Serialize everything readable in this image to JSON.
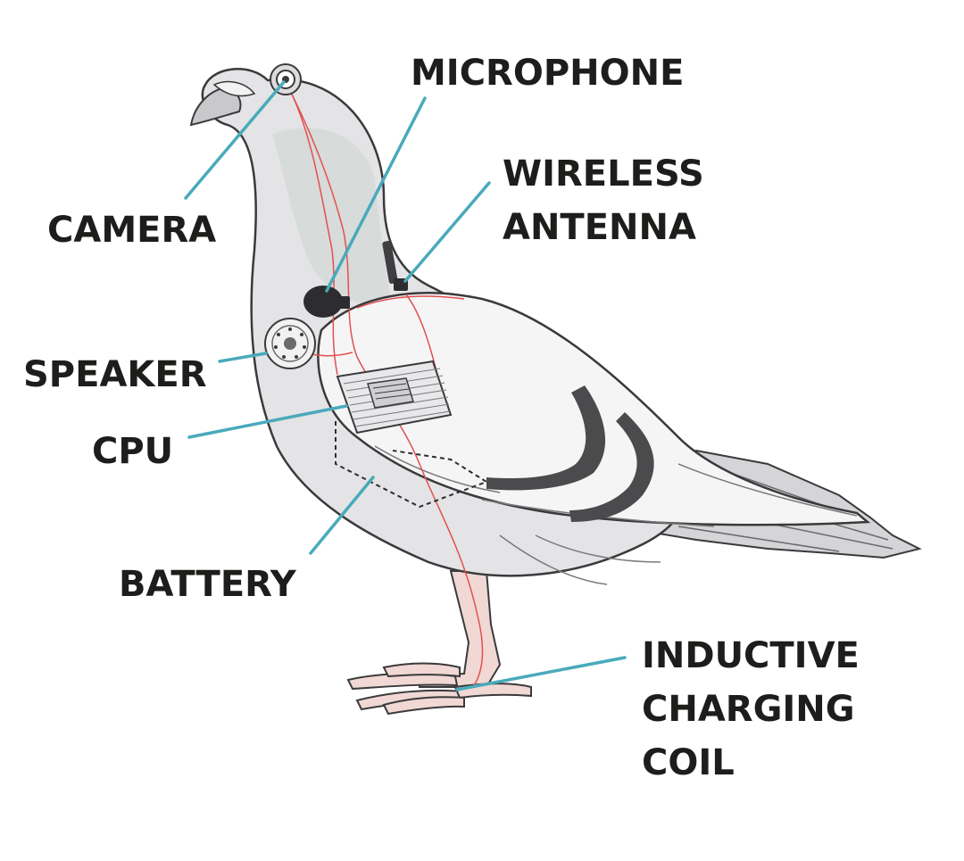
{
  "labels": {
    "camera": "CAMERA",
    "microphone": "MICROPHONE",
    "wireless_antenna": [
      "WIRELESS",
      "ANTENNA"
    ],
    "speaker": "SPEAKER",
    "cpu": "CPU",
    "battery": "BATTERY",
    "inductive_charging_coil": [
      "INDUCTIVE",
      "CHARGING",
      "COIL"
    ]
  },
  "colors": {
    "leader_line": "#49aabb",
    "label_text": "#1d1d1b",
    "wire": "#e2504f",
    "body_fill": "#e4e4e6",
    "wing_fill": "#f5f5f6",
    "wing_bars": "#4b4b4d",
    "outline": "#3a3a3c",
    "feet": "#f1d8d4"
  }
}
